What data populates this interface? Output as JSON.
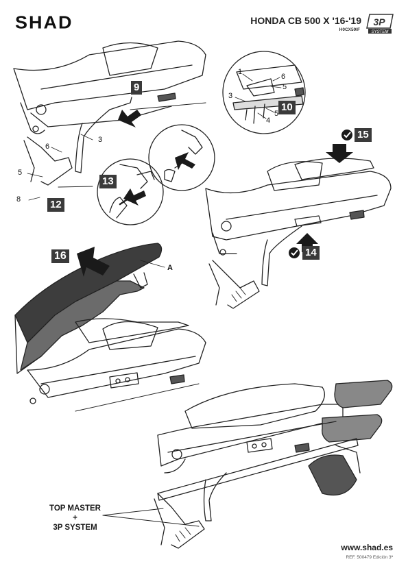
{
  "header": {
    "brand": "SHAD",
    "model_title": "HONDA CB 500 X '16-'19",
    "model_code": "H0CX59IF",
    "badge_top": "3P",
    "badge_bottom": "SYSTEM"
  },
  "steps": {
    "s9": "9",
    "s10": "10",
    "s12": "12",
    "s13": "13",
    "s14": "14",
    "s15": "15",
    "s16": "16"
  },
  "part_numbers": {
    "p3a": "3",
    "p6a": "6",
    "p5a": "5",
    "p8": "8",
    "p1": "1",
    "p6b": "6",
    "p5b": "5",
    "p3b": "3",
    "p4": "4",
    "p5c": "5",
    "pA": "A"
  },
  "callout": {
    "line1": "TOP MASTER",
    "line2": "+",
    "line3": "3P SYSTEM"
  },
  "footer": {
    "website": "www.shad.es",
    "reference": "REF. 500479 Edición 3ª"
  },
  "colors": {
    "step_box": "#3a3a3a",
    "line_art": "#222222",
    "seat_fill": "#3d3d3d"
  }
}
